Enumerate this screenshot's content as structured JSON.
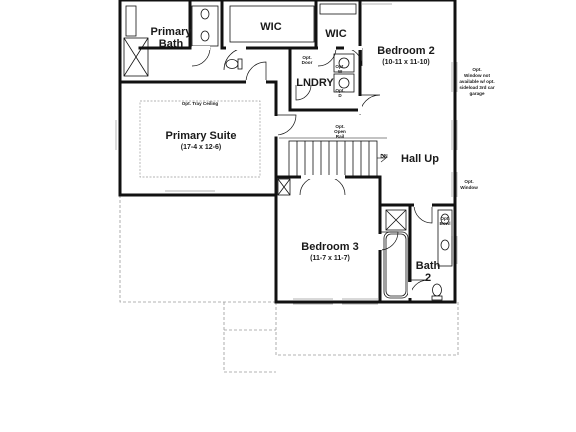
{
  "rooms": {
    "primary_bath": [
      "Primary",
      "Bath"
    ],
    "wic_large": "WIC",
    "wic_small": "WIC",
    "bedroom2": {
      "name": "Bedroom 2",
      "dims": "(10-11 x 11-10)"
    },
    "laundry": "LNDRY",
    "primary_suite": {
      "name": "Primary Suite",
      "dims": "(17-4 x 12-6)"
    },
    "hall": "Hall Up",
    "bedroom3": {
      "name": "Bedroom 3",
      "dims": "(11-7 x 11-7)"
    },
    "bath2": [
      "Bath",
      "2"
    ]
  },
  "notes": {
    "opt_window_bed2": [
      "Opt.",
      "Window not",
      "available w/ opt.",
      "sideload 3rd car",
      "garage"
    ],
    "opt_tray_ceiling": "Opt. Tray Ceiling",
    "opt_open_rail": [
      "Opt.",
      "Open",
      "Rail"
    ],
    "opt_door": [
      "Opt.",
      "Door"
    ],
    "opt_w": [
      "Opt.",
      "W"
    ],
    "opt_d": [
      "Opt.",
      "D"
    ],
    "dn": "DN",
    "opt_window_hall": [
      "Opt.",
      "Window"
    ],
    "opt_bowl": [
      "Opt.",
      "Bowl"
    ]
  },
  "colors": {
    "wall": "#111111",
    "dashed": "#9a9a9a",
    "window": "#9a9a9a"
  }
}
